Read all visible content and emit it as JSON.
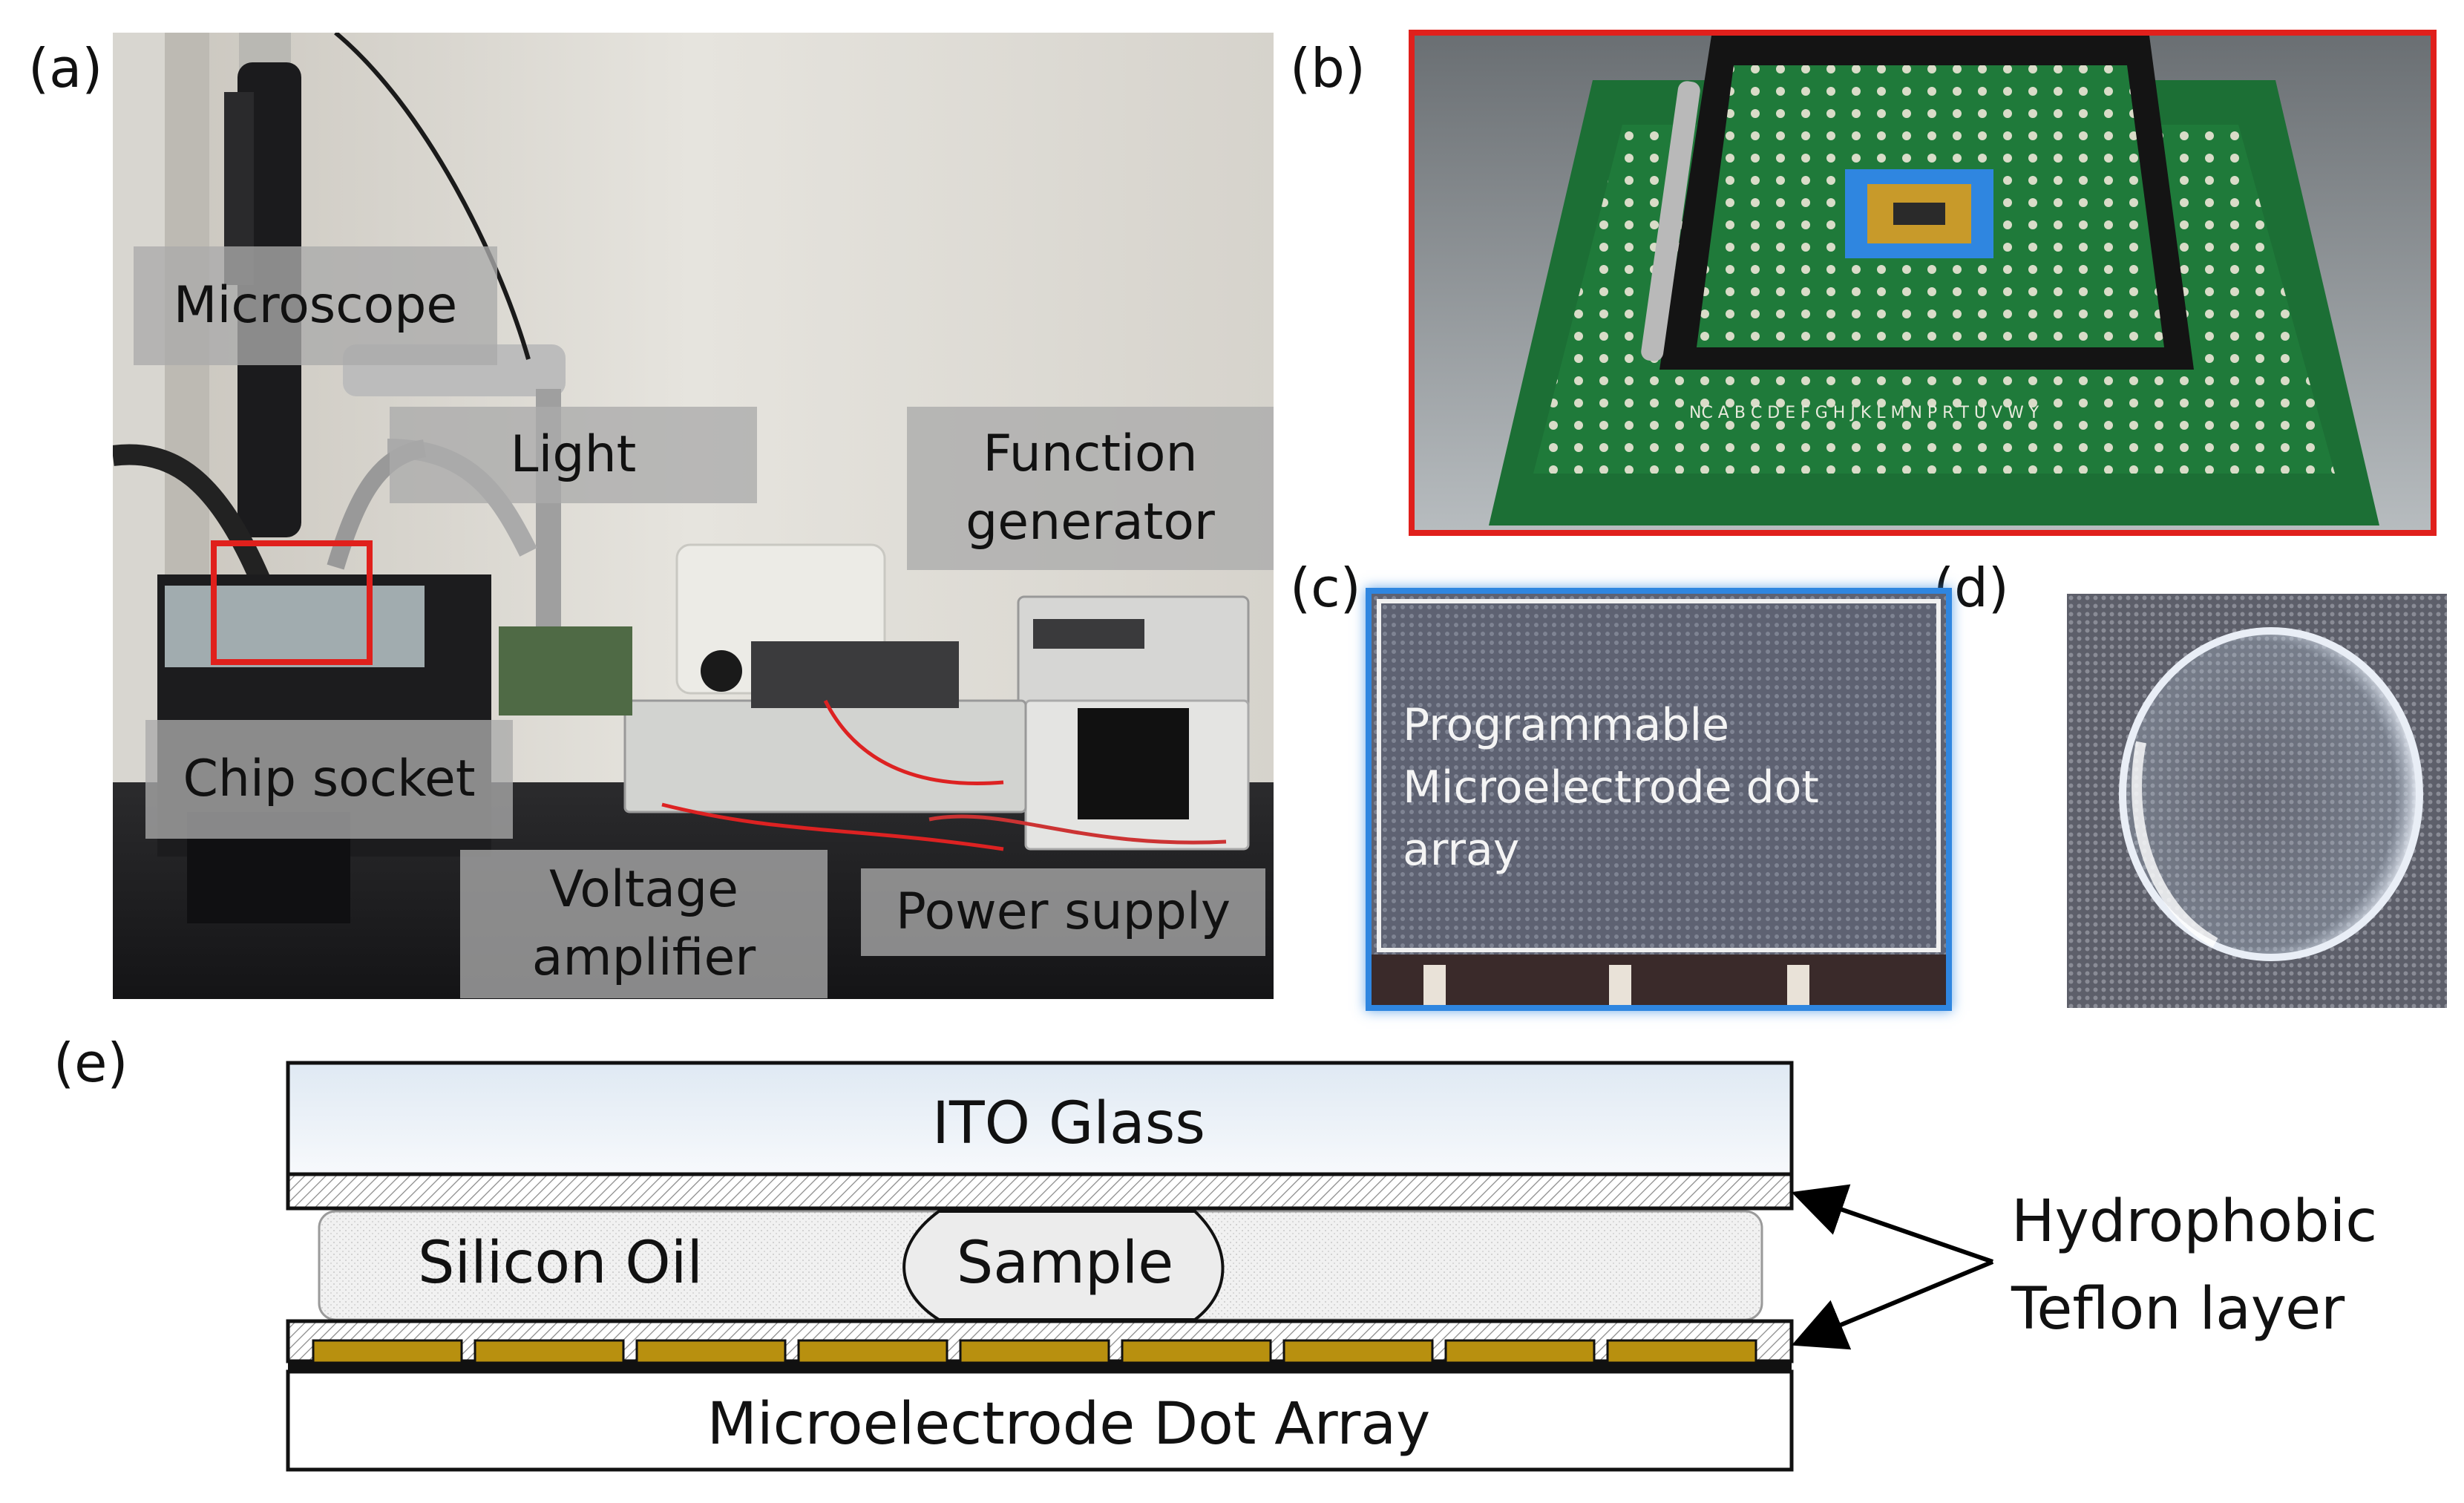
{
  "panels": {
    "a": {
      "label": "(a)",
      "tags": {
        "microscope": "Microscope",
        "light": "Light",
        "function_generator_line1": "Function",
        "function_generator_line2": "generator",
        "chip_socket": "Chip socket",
        "voltage_amplifier_line1": "Voltage",
        "voltage_amplifier_line2": "amplifier",
        "power_supply": "Power supply"
      }
    },
    "b": {
      "label": "(b)",
      "pin_row_labels": "NC A B C D E F G H J K L M N P R T U V W Y"
    },
    "c": {
      "label": "(c)",
      "caption_line1": "Programmable",
      "caption_line2": "Microelectrode dot array"
    },
    "d": {
      "label": "(d)"
    },
    "e": {
      "label": "(e)",
      "layers": {
        "top": "ITO Glass",
        "oil": "Silicon Oil",
        "droplet": "Sample",
        "bottom": "Microelectrode Dot Array"
      },
      "callout_line1": "Hydrophobic",
      "callout_line2": "Teflon layer"
    }
  },
  "colors": {
    "highlight_red": "#e0201c",
    "highlight_blue": "#2f86e0",
    "electrode_gold": "#b8900f",
    "pcb_green": "#1f7a3a"
  }
}
